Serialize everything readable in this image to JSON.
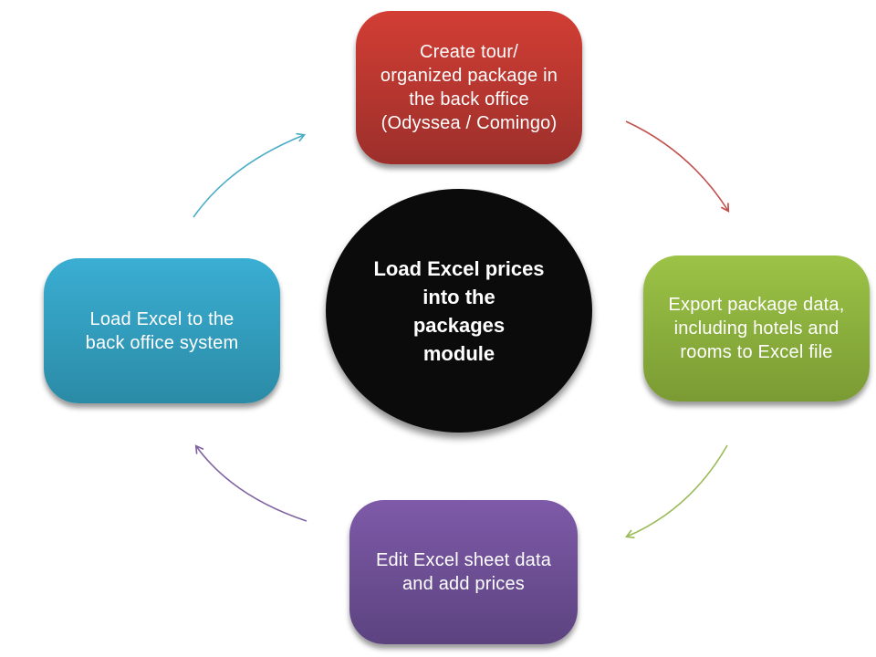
{
  "diagram": {
    "center": {
      "text": "Load Excel prices\ninto the\npackages\nmodule",
      "bg_color": "#0b0b0b",
      "text_color": "#ffffff"
    },
    "nodes": [
      {
        "id": "create-tour",
        "text": "Create tour/\norganized package in\nthe back office\n(Odyssea / Comingo)",
        "color_top": "#d23e34",
        "color_bottom": "#9c2f2b"
      },
      {
        "id": "export-package",
        "text": "Export package data,\nincluding hotels and\nrooms to Excel file",
        "color_top": "#9cc347",
        "color_bottom": "#7a9b33"
      },
      {
        "id": "edit-excel",
        "text": "Edit Excel sheet data\nand add prices",
        "color_top": "#7e5aa8",
        "color_bottom": "#5c4380"
      },
      {
        "id": "load-excel",
        "text": "Load Excel to the\nback office system",
        "color_top": "#3aaed3",
        "color_bottom": "#2b8ba6"
      }
    ],
    "arrows": [
      {
        "from": "create-tour",
        "to": "export-package",
        "color": "#c0504d"
      },
      {
        "from": "export-package",
        "to": "edit-excel",
        "color": "#9bbb59"
      },
      {
        "from": "edit-excel",
        "to": "load-excel",
        "color": "#8064a2"
      },
      {
        "from": "load-excel",
        "to": "create-tour",
        "color": "#4bacc6"
      }
    ]
  }
}
